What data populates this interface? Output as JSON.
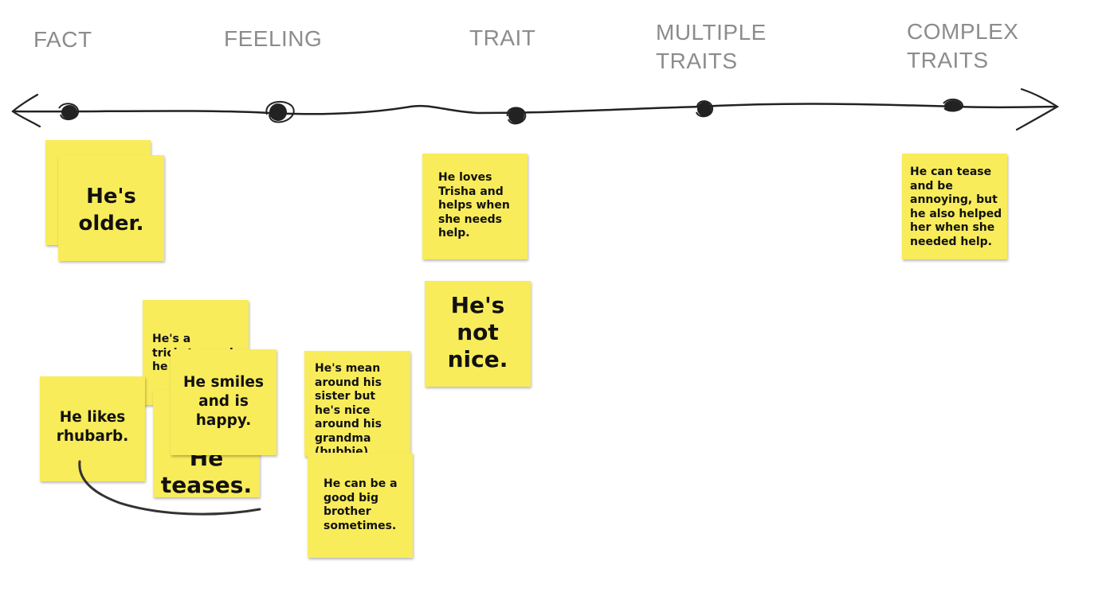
{
  "categories": [
    {
      "id": "fact",
      "lines": [
        "FACT"
      ]
    },
    {
      "id": "feeling",
      "lines": [
        "FEELING"
      ]
    },
    {
      "id": "trait",
      "lines": [
        "TRAIT"
      ]
    },
    {
      "id": "multiple-traits",
      "lines": [
        "MULTIPLE",
        "TRAITS"
      ]
    },
    {
      "id": "complex-traits",
      "lines": [
        "COMPLEX",
        "TRAITS"
      ]
    }
  ],
  "notes": {
    "hes_older": "He's older.",
    "hes_a_trickster": "He's a trickster and he",
    "he_likes_rhubarb": "He likes rhubarb.",
    "he_teases": "He teases.",
    "he_smiles": "He smiles and is happy.",
    "hes_mean": "He's mean around his sister but he's nice around his grandma (bubbie).",
    "good_big_brother": "He can be a good big brother sometimes.",
    "loves_trisha": "He loves Trisha and helps when she needs help.",
    "not_nice": "He's not nice.",
    "tease_annoying": "He can tease and be annoying, but he also helped her when she needed help."
  },
  "colors": {
    "note": "#f8ec5b",
    "label": "#8c8c8c",
    "ink": "#222222"
  }
}
